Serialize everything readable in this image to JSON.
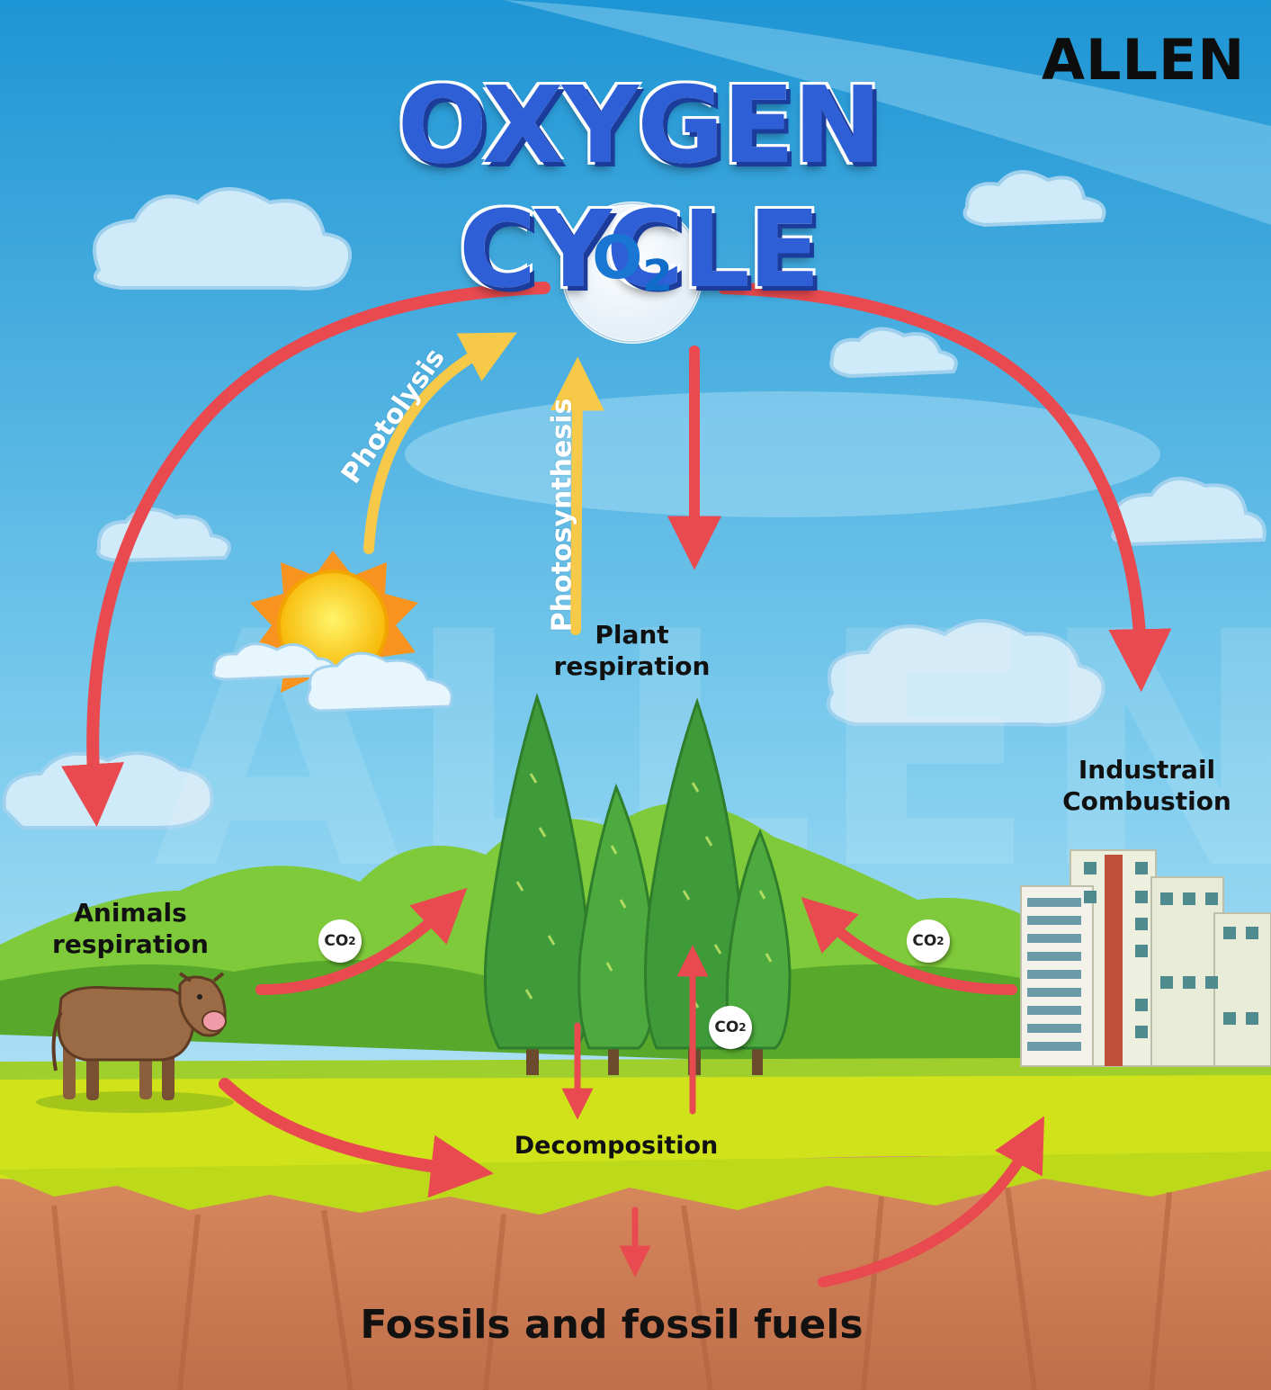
{
  "title": "OXYGEN CYCLE",
  "brand": "ALLEN",
  "center_node": {
    "main": "O",
    "sub": "2"
  },
  "labels": {
    "photolysis": "Photolysis",
    "photosynthesis": "Photosynthesis",
    "plant_respiration_1": "Plant",
    "plant_respiration_2": "respiration",
    "animals_respiration_1": "Animals",
    "animals_respiration_2": "respiration",
    "industrial_1": "Industrail",
    "industrial_2": "Combustion",
    "decomposition": "Decomposition",
    "fossils": "Fossils and fossil fuels"
  },
  "co2_badge": {
    "main": "CO",
    "sub": "2"
  },
  "icons": [
    "sun-icon",
    "cow-icon",
    "tree-icon",
    "building-icon",
    "cloud-icon"
  ],
  "colors": {
    "sky_top": "#1e95d4",
    "sky_bottom": "#cfeefa",
    "arrow_red": "#e84a4f",
    "arrow_yellow": "#f7c948",
    "grass": "#cfe21a",
    "soil": "#c97b55",
    "title_blue": "#2f5fd6"
  }
}
